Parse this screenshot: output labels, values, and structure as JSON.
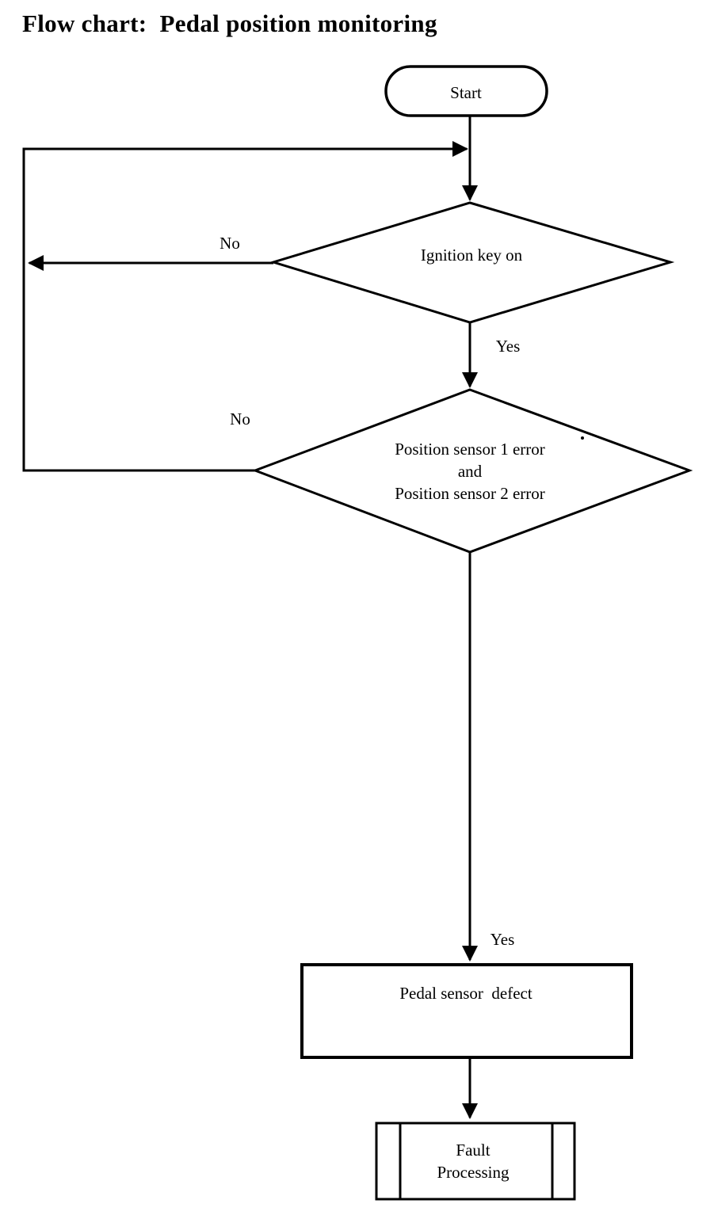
{
  "title": "Flow chart:  Pedal position monitoring",
  "colors": {
    "stroke": "#000000",
    "fill": "#ffffff",
    "text": "#000000",
    "background": "#ffffff"
  },
  "nodes": {
    "start": {
      "type": "terminator",
      "label": "Start"
    },
    "ignition": {
      "type": "decision",
      "label": "Ignition key on"
    },
    "sensors": {
      "type": "decision",
      "lines": [
        "Position sensor 1 error",
        "and",
        "Position sensor 2 error"
      ]
    },
    "pedal_defect": {
      "type": "process",
      "label": "Pedal sensor  defect"
    },
    "fault": {
      "type": "predefined_process",
      "lines": [
        "Fault",
        "Processing"
      ]
    }
  },
  "edge_labels": {
    "ignition_no": "No",
    "ignition_yes": "Yes",
    "sensors_no": "No",
    "sensors_yes": "Yes"
  }
}
